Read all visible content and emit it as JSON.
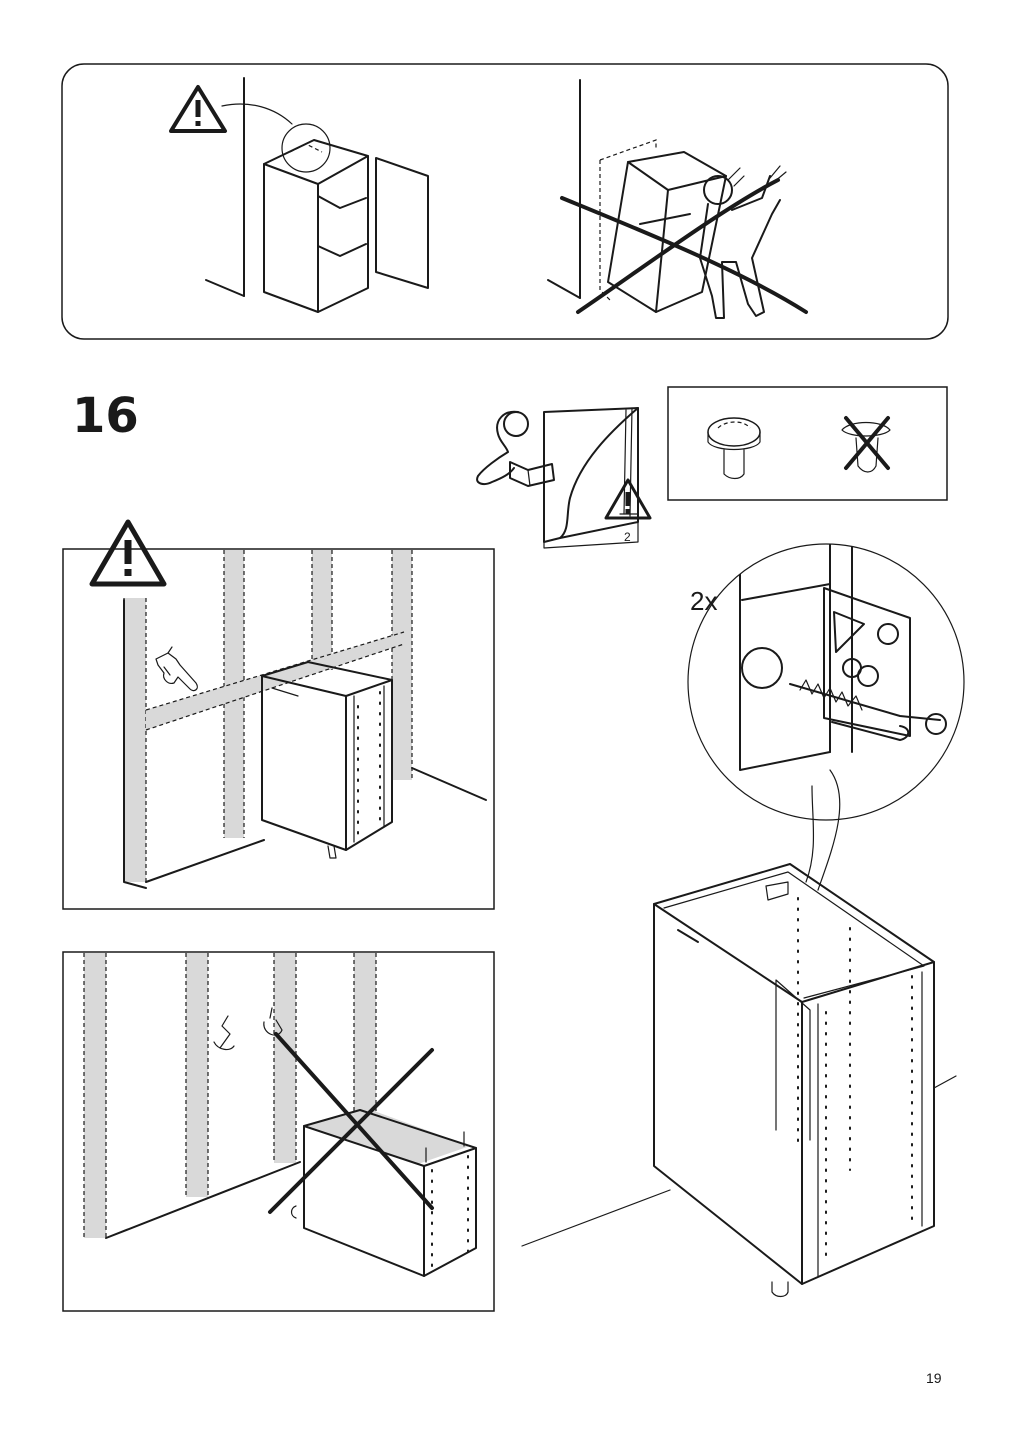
{
  "step": {
    "number": "16"
  },
  "hardware": {
    "quantity": "2x"
  },
  "manual_icon": {
    "page_ref": "2"
  },
  "footer": {
    "page_number": "19"
  },
  "icons": [
    "warning-triangle-icon",
    "read-manual-icon",
    "wall-plug-icon",
    "cross-icon"
  ]
}
